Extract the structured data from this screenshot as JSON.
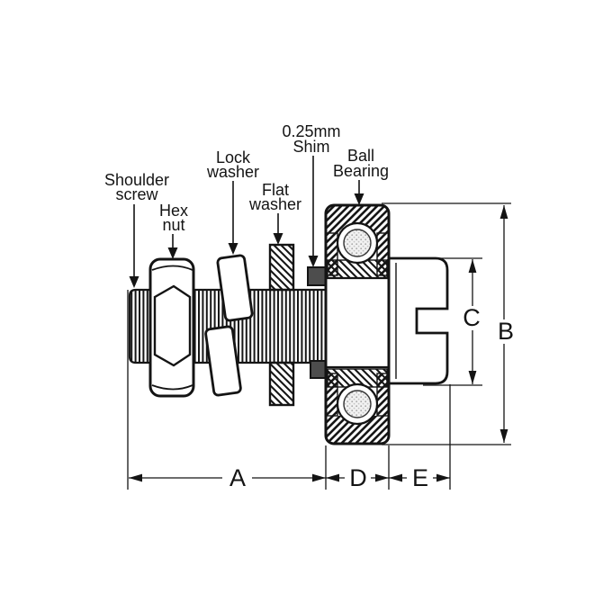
{
  "part_labels": {
    "shoulder_screw": {
      "line1": "Shoulder",
      "line2": "screw"
    },
    "hex_nut": {
      "line1": "Hex",
      "line2": "nut"
    },
    "lock_washer": {
      "line1": "Lock",
      "line2": "washer"
    },
    "flat_washer": {
      "line1": "Flat",
      "line2": "washer"
    },
    "shim": {
      "line1": "0.25mm",
      "line2": "Shim"
    },
    "ball_bearing": {
      "line1": "Ball",
      "line2": "Bearing"
    }
  },
  "dimension_labels": {
    "a": "A",
    "b": "B",
    "c": "C",
    "d": "D",
    "e": "E"
  },
  "colors": {
    "background": "#ffffff",
    "line": "#141414",
    "shim_fill": "#4d4d4d"
  }
}
